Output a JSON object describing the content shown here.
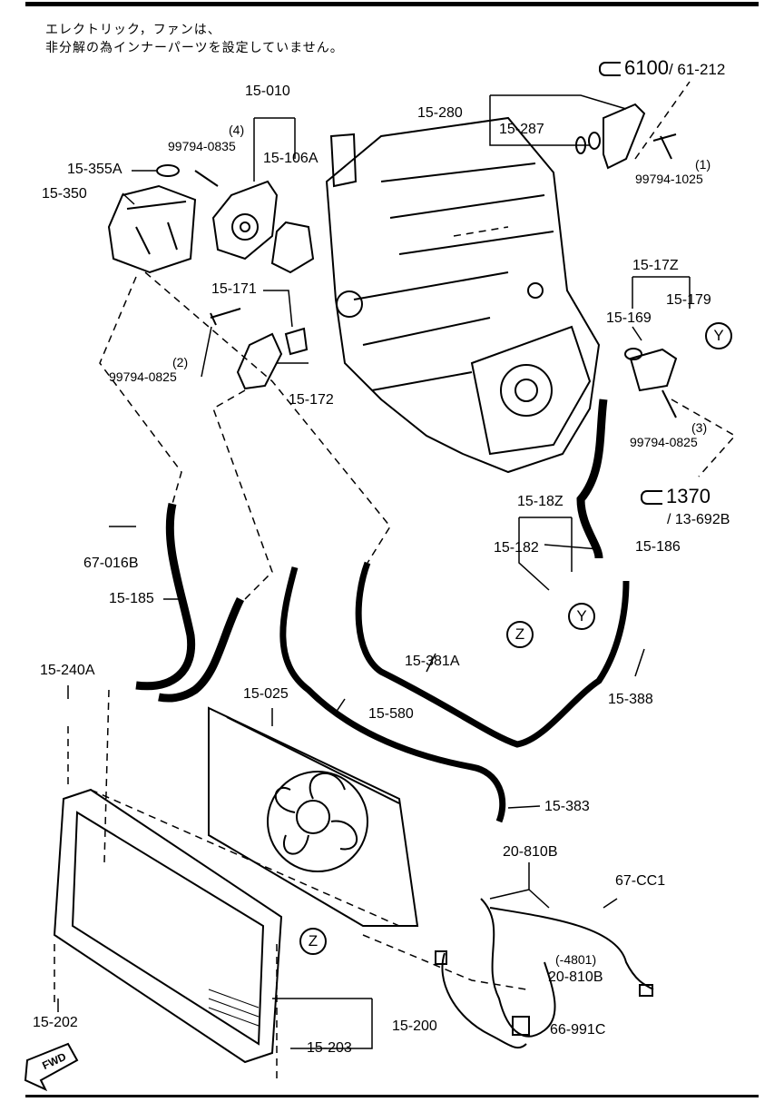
{
  "note": {
    "line1": "エレクトリック，ファンは、",
    "line2": "非分解の為インナーパーツを設定していません。"
  },
  "refs": {
    "r6100": "6100",
    "r6100_sub": "/ 61-212",
    "r1370": "1370",
    "r1370_sub": "/ 13-692B"
  },
  "markers": {
    "y": "Y",
    "z": "Z",
    "fwd": "FWD"
  },
  "labels": {
    "p15010": "15-010",
    "p4": "(4)",
    "p99794_0835": "99794-0835",
    "p15106A": "15-106A",
    "p15355A": "15-355A",
    "p15350": "15-350",
    "p15280": "15-280",
    "p15287": "15-287",
    "p1": "(1)",
    "p99794_1025": "99794-1025",
    "p15171": "15-171",
    "p2": "(2)",
    "p99794_0825a": "99794-0825",
    "p15172": "15-172",
    "p1517Z": "15-17Z",
    "p15169": "15-169",
    "p15179": "15-179",
    "p3": "(3)",
    "p99794_0825b": "99794-0825",
    "p67016B": "67-016B",
    "p15185": "15-185",
    "p1518Z": "15-18Z",
    "p15182": "15-182",
    "p15186": "15-186",
    "p15381A": "15-381A",
    "p15388": "15-388",
    "p15240A": "15-240A",
    "p15025": "15-025",
    "p15580": "15-580",
    "p15383": "15-383",
    "p20810B": "20-810B",
    "p67CC1": "67-CC1",
    "p4801": "(-4801)",
    "p20810B_2": "20-810B",
    "p66991C": "66-991C",
    "p15202": "15-202",
    "p15200": "15-200",
    "p15203": "15-203"
  }
}
